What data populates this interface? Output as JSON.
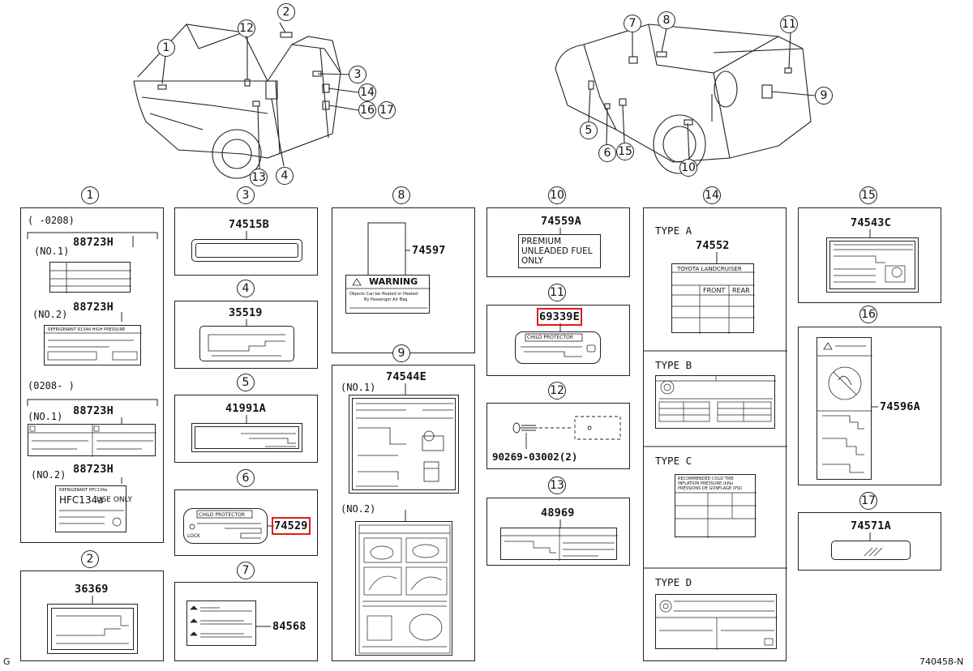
{
  "header": {
    "diagram_code": "740458-N",
    "corner_letter": "G"
  },
  "car_callouts": {
    "front": [
      "1",
      "2",
      "3",
      "4",
      "12",
      "13",
      "14",
      "16",
      "17"
    ],
    "rear": [
      "5",
      "6",
      "7",
      "8",
      "9",
      "10",
      "11",
      "15"
    ]
  },
  "sections": {
    "s1": {
      "num": "1",
      "range_a": "(    -0208)",
      "range_b": "(0208-    )",
      "a_no1_pn": "88723H",
      "a_no1_sub": "(NO.1)",
      "a_no2_pn": "88723H",
      "a_no2_sub": "(NO.2)",
      "a_no2_label_head": "REFRIGERANT  R134A HIGH PRESSURE",
      "b_no1_pn": "88723H",
      "b_no1_sub": "(NO.1)",
      "b_no2_pn": "88723H",
      "b_no2_sub": "(NO.2)",
      "b_no2_label_text": "HFC134a",
      "b_no2_label_text2": "USE ONLY",
      "b_no2_label_head": "REFRIGERANT  HFC134a"
    },
    "s2": {
      "num": "2",
      "pn": "36369"
    },
    "s3": {
      "num": "3",
      "pn": "74515B"
    },
    "s4": {
      "num": "4",
      "pn": "35519"
    },
    "s5": {
      "num": "5",
      "pn": "41991A"
    },
    "s6": {
      "num": "6",
      "pn": "74529",
      "label_head": "CHILD PROTECTOR",
      "label_lock": "LOCK"
    },
    "s7": {
      "num": "7",
      "pn": "84568"
    },
    "s8": {
      "num": "8",
      "pn": "74597",
      "warning": "WARNING",
      "warn_line1": "Objects Can be Heated or Heated",
      "warn_line2": "By Passenger Air Bag"
    },
    "s9": {
      "num": "9",
      "pn": "74544E",
      "no1": "(NO.1)",
      "no2": "(NO.2)"
    },
    "s10": {
      "num": "10",
      "pn": "74559A",
      "line1": "PREMIUM",
      "line2": "UNLEADED FUEL",
      "line3": "ONLY"
    },
    "s11": {
      "num": "11",
      "pn": "69339E",
      "label_head": "CHILD PROTECTOR"
    },
    "s12": {
      "num": "12",
      "pn": "90269-03002(2)"
    },
    "s13": {
      "num": "13",
      "pn": "48969"
    },
    "s14": {
      "num": "14",
      "type_a": "TYPE A",
      "pn": "74552",
      "table_head": "TOYOTA LANDCRUISER",
      "col_front": "FRONT",
      "col_rear": "REAR",
      "type_b": "TYPE B",
      "type_c": "TYPE C",
      "c_line1": "RECOMMENDED COLD TIRE",
      "c_line2": "INFLATION PRESSURE  (kPa)",
      "c_line3": "PRESSIONS DE GONFLAGE  (PSI)",
      "type_d": "TYPE D"
    },
    "s15": {
      "num": "15",
      "pn": "74543C"
    },
    "s16": {
      "num": "16",
      "pn": "74596A"
    },
    "s17": {
      "num": "17",
      "pn": "74571A"
    }
  }
}
